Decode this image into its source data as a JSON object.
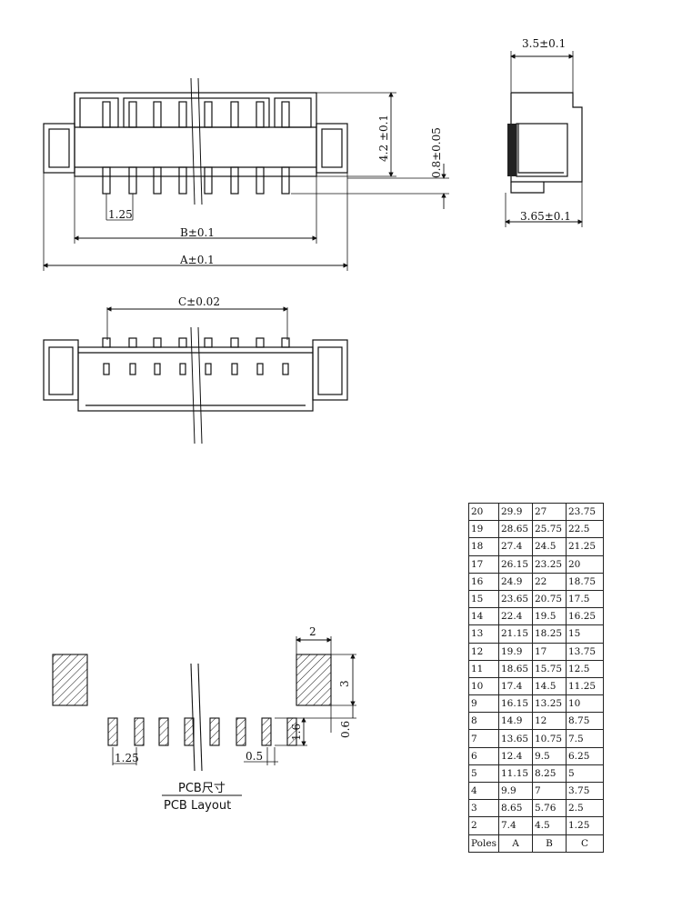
{
  "top_view": {
    "dim_b": "B±0.1",
    "dim_a": "A±0.1",
    "pitch": "1.25",
    "height": "4.2 ±0.1",
    "pin_offset": "0.8±0.05"
  },
  "side_view": {
    "depth_top": "3.5±0.1",
    "depth_bottom": "3.65±0.1"
  },
  "front_view": {
    "dim_c": "C±0.02"
  },
  "pcb": {
    "pad_width": "2",
    "pad_height": "3",
    "pin_length": "1.6",
    "pin_offset": "0.6",
    "pitch": "1.25",
    "pin_width": "0.5",
    "title_cn": "PCB尺寸",
    "title_en": "PCB Layout"
  },
  "table": {
    "columns": [
      "Poles",
      "A",
      "B",
      "C"
    ],
    "rows": [
      [
        "20",
        "29.9",
        "27",
        "23.75"
      ],
      [
        "19",
        "28.65",
        "25.75",
        "22.5"
      ],
      [
        "18",
        "27.4",
        "24.5",
        "21.25"
      ],
      [
        "17",
        "26.15",
        "23.25",
        "20"
      ],
      [
        "16",
        "24.9",
        "22",
        "18.75"
      ],
      [
        "15",
        "23.65",
        "20.75",
        "17.5"
      ],
      [
        "14",
        "22.4",
        "19.5",
        "16.25"
      ],
      [
        "13",
        "21.15",
        "18.25",
        "15"
      ],
      [
        "12",
        "19.9",
        "17",
        "13.75"
      ],
      [
        "11",
        "18.65",
        "15.75",
        "12.5"
      ],
      [
        "10",
        "17.4",
        "14.5",
        "11.25"
      ],
      [
        "9",
        "16.15",
        "13.25",
        "10"
      ],
      [
        "8",
        "14.9",
        "12",
        "8.75"
      ],
      [
        "7",
        "13.65",
        "10.75",
        "7.5"
      ],
      [
        "6",
        "12.4",
        "9.5",
        "6.25"
      ],
      [
        "5",
        "11.15",
        "8.25",
        "5"
      ],
      [
        "4",
        "9.9",
        "7",
        "3.75"
      ],
      [
        "3",
        "8.65",
        "5.76",
        "2.5"
      ],
      [
        "2",
        "7.4",
        "4.5",
        "1.25"
      ]
    ]
  }
}
